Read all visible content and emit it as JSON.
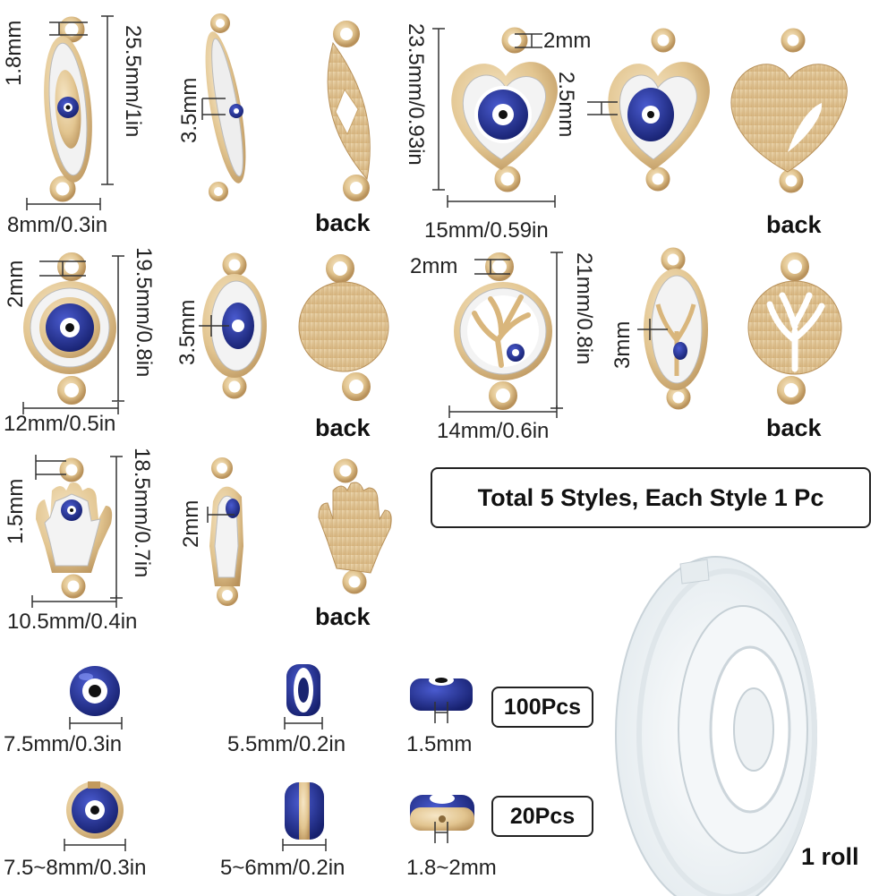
{
  "product": {
    "colors": {
      "gold": "#e2c590",
      "gold_dark": "#b8915a",
      "gold_light": "#f3e3c2",
      "enamel": "#1f2a8a",
      "enamel_light": "#3a4cc0",
      "rhinestone": "#f4f4f4",
      "thread": "#e8eef2"
    },
    "dimensions": {
      "eye_height": "25.5mm/1in",
      "eye_width": "8mm/0.3in",
      "eye_loop": "1.8mm",
      "eye_thickness": "3.5mm",
      "heart_height": "23.5mm/0.93in",
      "heart_width": "15mm/0.59in",
      "heart_loop": "2mm",
      "heart_thickness": "2.5mm",
      "round_height": "19.5mm/0.8in",
      "round_width": "12mm/0.5in",
      "round_loop": "2mm",
      "round_thickness": "3.5mm",
      "tree_height": "21mm/0.8in",
      "tree_width": "14mm/0.6in",
      "tree_loop": "2mm",
      "tree_thickness": "3mm",
      "hamsa_height": "18.5mm/0.7in",
      "hamsa_width": "10.5mm/0.4in",
      "hamsa_loop": "1.5mm",
      "hamsa_thickness": "2mm"
    },
    "back_label": "back",
    "style_note": "Total 5 Styles, Each Style  1 Pc",
    "beads": {
      "small_diameter": "7.5mm/0.3in",
      "small_width": "5.5mm/0.2in",
      "small_hole": "1.5mm",
      "small_qty": "100Pcs",
      "large_diameter": "7.5~8mm/0.3in",
      "large_width": "5~6mm/0.2in",
      "large_hole": "1.8~2mm",
      "large_qty": "20Pcs"
    },
    "thread_qty": "1 roll"
  }
}
